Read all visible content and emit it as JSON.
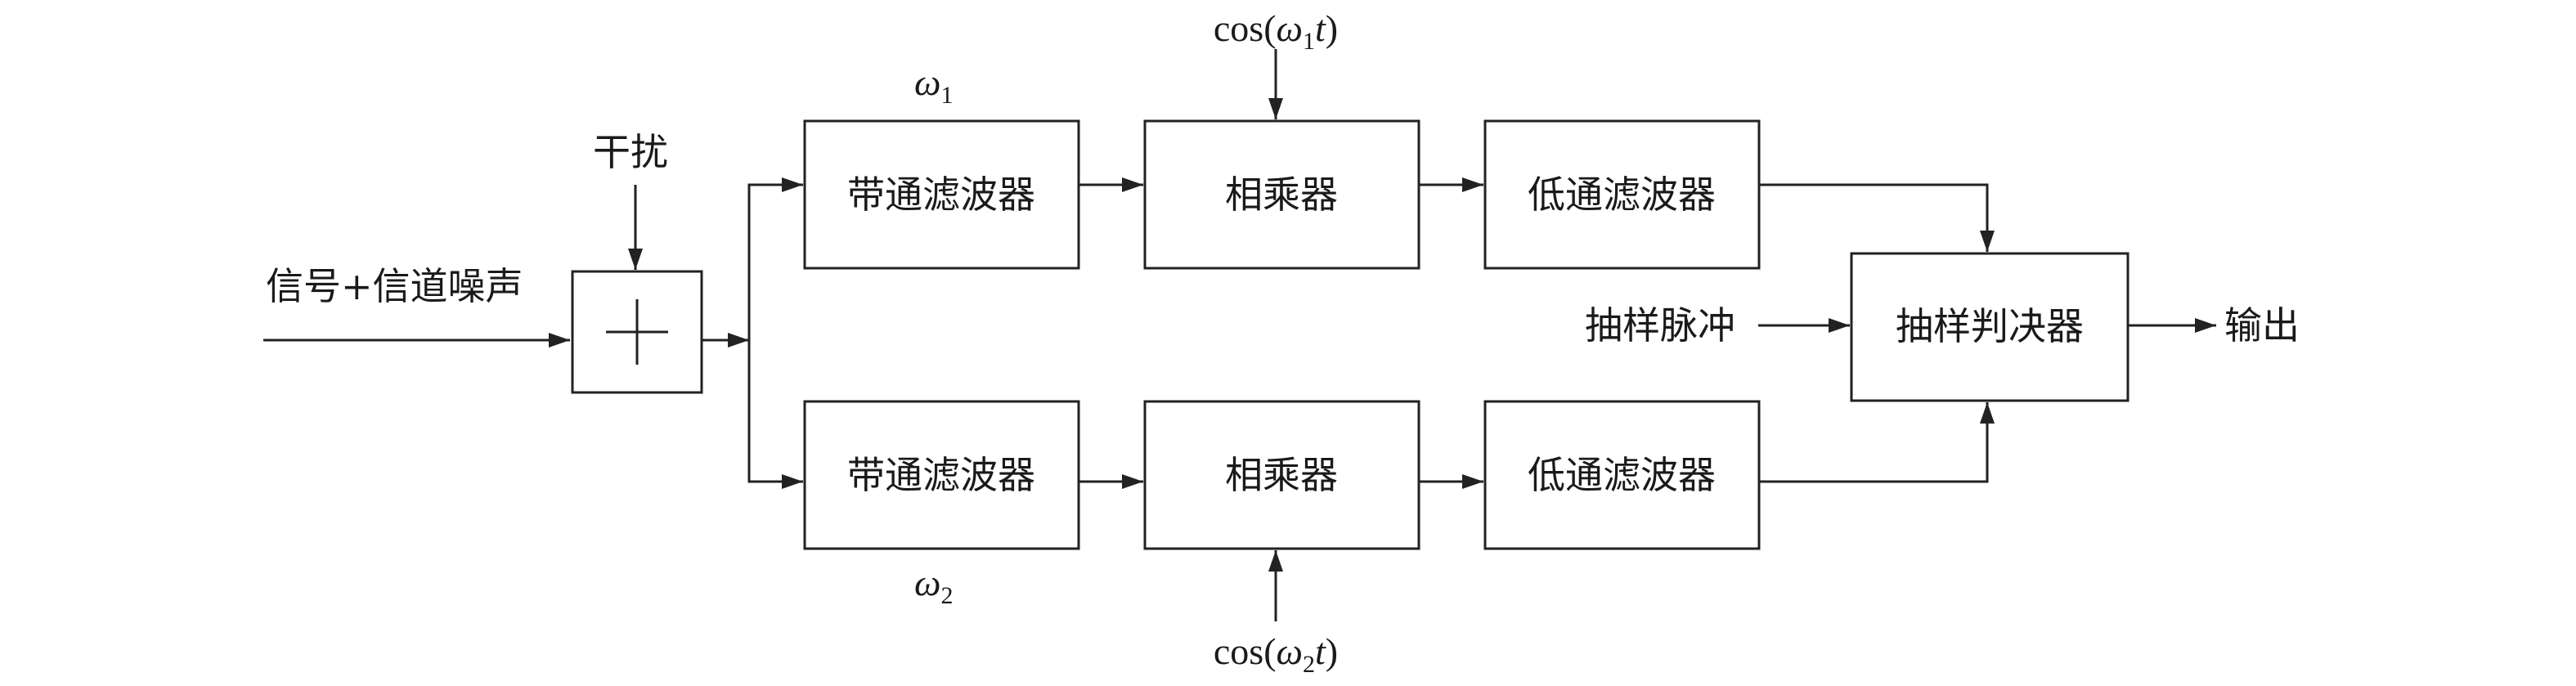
{
  "diagram": {
    "input_label": "信号+信道噪声",
    "interference_label": "干扰",
    "upper": {
      "bandpass": "带通滤波器",
      "multiplier": "相乘器",
      "lowpass": "低通滤波器",
      "freq": {
        "symbol": "ω",
        "sub": "1"
      },
      "carrier": {
        "prefix": "cos(",
        "symbol": "ω",
        "sub": "1",
        "var": "t",
        "suffix": ")"
      }
    },
    "lower": {
      "bandpass": "带通滤波器",
      "multiplier": "相乘器",
      "lowpass": "低通滤波器",
      "freq": {
        "symbol": "ω",
        "sub": "2"
      },
      "carrier": {
        "prefix": "cos(",
        "symbol": "ω",
        "sub": "2",
        "var": "t",
        "suffix": ")"
      }
    },
    "sampling_pulse_label": "抽样脉冲",
    "decision": "抽样判决器",
    "output_label": "输出"
  }
}
